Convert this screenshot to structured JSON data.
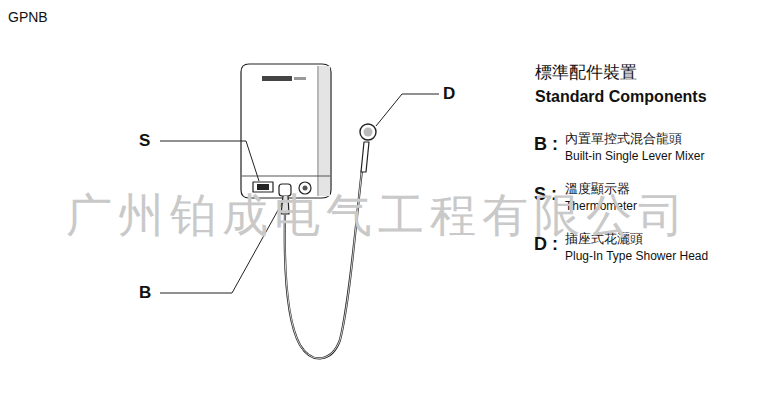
{
  "diagram": {
    "title": "GPNB",
    "labels": [
      "S",
      "B",
      "D",
      "標準配件裝置",
      "Standard Components",
      "B :",
      "內置單控式混合龍頭",
      "Built-in Single Lever Mixer",
      "S :",
      "溫度顯示器",
      "Thermometer",
      "D :",
      "插座式花灑頭",
      "Plug-In Type Shower Head",
      "广州铂成电气工程有限公司"
    ]
  }
}
